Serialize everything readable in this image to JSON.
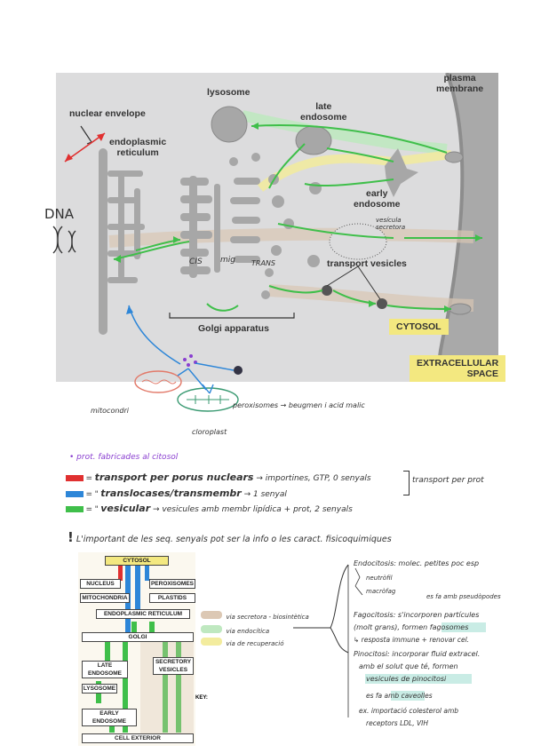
{
  "figure": {
    "labels": {
      "lysosome": "lysosome",
      "late_endosome": "late\nendosome",
      "plasma_membrane": "plasma\nmembrane",
      "nuclear_envelope": "nuclear envelope",
      "er": "endoplasmic\nreticulum",
      "early_endosome": "early\nendosome",
      "transport_vesicles": "transport vesicles",
      "golgi": "Golgi apparatus",
      "cytosol": "CYTOSOL",
      "extracellular": "EXTRACELLULAR\nSPACE"
    },
    "colors": {
      "background": "#dcdcdd",
      "organelle": "#a7a7a7",
      "green": "#3fbf4a",
      "red": "#e03030",
      "blue": "#2d86d8",
      "yellow_box": "#f3e880",
      "secretory_path": "#d9c6b3",
      "endocytic_path": "#bfe8c0",
      "recycling_path": "#f1eaa0"
    }
  },
  "handwriting": {
    "dna": "DNA",
    "vesicula_secretora": "vesícula\nsecretora",
    "cis": "CIS",
    "mig": "mig",
    "trans": "TRANS",
    "mitocondri": "mitocondri",
    "cloroplast": "cloroplast",
    "peroxisomes": "peroxisomes → beugmen i acid malic",
    "prot_fabricades": "prot. fabricades al citosol",
    "legend": [
      {
        "sym": "=",
        "main": "transport per porus nuclears",
        "rest": " → importines, GTP, 0 senyals",
        "color": "#e03030"
      },
      {
        "sym": "=",
        "main": "translocases/transmembr",
        "rest": " → 1 senyal",
        "color": "#2d86d8"
      },
      {
        "sym": "=",
        "main": "vesicular",
        "rest": " → vesicules amb membr lipídica + prot, 2 senyals",
        "color": "#3fbf4a"
      }
    ],
    "ditto": "\"",
    "transport_per_prot": "transport per prot",
    "important": "L'important de les seq. senyals pot ser la info o les caract. fisicoquimiques",
    "key": [
      {
        "label": "via secretora - biosintètica",
        "color": "#dcc8b4"
      },
      {
        "label": "via endocítica",
        "color": "#bfe8c0"
      },
      {
        "label": "via de recuperació",
        "color": "#f3ec9e"
      }
    ],
    "notes": {
      "endocitosis": "Endocitosis: molec. petites poc esp",
      "neutrofil": "neutròfil",
      "macrofag": "macròfag",
      "pseudopodes": "es fa amb pseudòpodes",
      "fagocitosis1": "Fagocitosis: s'incorporen partícules",
      "fagocitosis2": "(molt grans), formen fagosomes",
      "fagocitosis3": "↳ resposta immune + renovar cel.",
      "pinocitosis1": "Pinocitosi: incorporar fluid extracel.",
      "pinocitosis2": "amb el solut que té, formen",
      "pinocitosis3": "vesicules de pinocitosi",
      "caveoles": "es fa amb caveolles",
      "ex1": "ex. importació colesterol amb",
      "ex2": "receptors LDL, VIH"
    },
    "highlights": [
      "fagosomes",
      "vesicules de pinocitosi",
      "caveolles"
    ]
  },
  "flowchart": {
    "cytosol": "CYTOSOL",
    "nucleus": "NUCLEUS",
    "peroxisomes": "PEROXISOMES",
    "mitochondria": "MITOCHONDRIA",
    "plastids": "PLASTIDS",
    "er": "ENDOPLASMIC RETICULUM",
    "golgi": "GOLGI",
    "late_endosome": "LATE ENDOSOME",
    "secretory_vesicles": "SECRETORY\nVESICLES",
    "lysosome": "LYSOSOME",
    "early_endosome": "EARLY ENDOSOME",
    "cell_exterior": "CELL EXTERIOR",
    "key": "KEY:"
  }
}
